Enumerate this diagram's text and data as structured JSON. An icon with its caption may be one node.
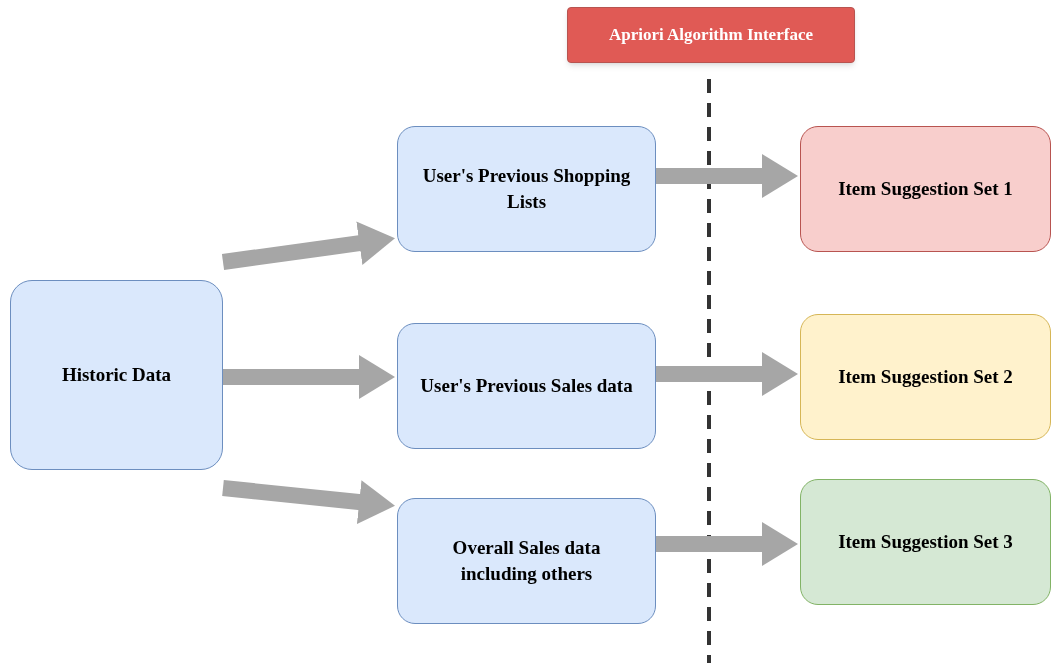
{
  "diagram": {
    "nodes": [
      {
        "text": [
          "Historic Data"
        ]
      },
      {
        "text": [
          "User's Previous Shopping Lists"
        ]
      },
      {
        "text": [
          "User's Previous Sales data"
        ]
      },
      {
        "text": [
          "Overall Sales data including others"
        ]
      },
      {
        "text": [
          "Item Suggestion Set 1"
        ]
      },
      {
        "text": [
          "Item Suggestion Set 2"
        ]
      },
      {
        "text": [
          "Item Suggestion Set 3"
        ]
      },
      {
        "text": [
          "Apriori Algorithm Interface"
        ]
      }
    ],
    "edges": [
      {
        "from": 0,
        "to": 1,
        "arrow": "to"
      },
      {
        "from": 0,
        "to": 2,
        "arrow": "to"
      },
      {
        "from": 0,
        "to": 3,
        "arrow": "to"
      },
      {
        "from": 1,
        "to": 4,
        "arrow": "to"
      },
      {
        "from": 2,
        "to": 5,
        "arrow": "to"
      },
      {
        "from": 3,
        "to": 6,
        "arrow": "to"
      }
    ]
  }
}
